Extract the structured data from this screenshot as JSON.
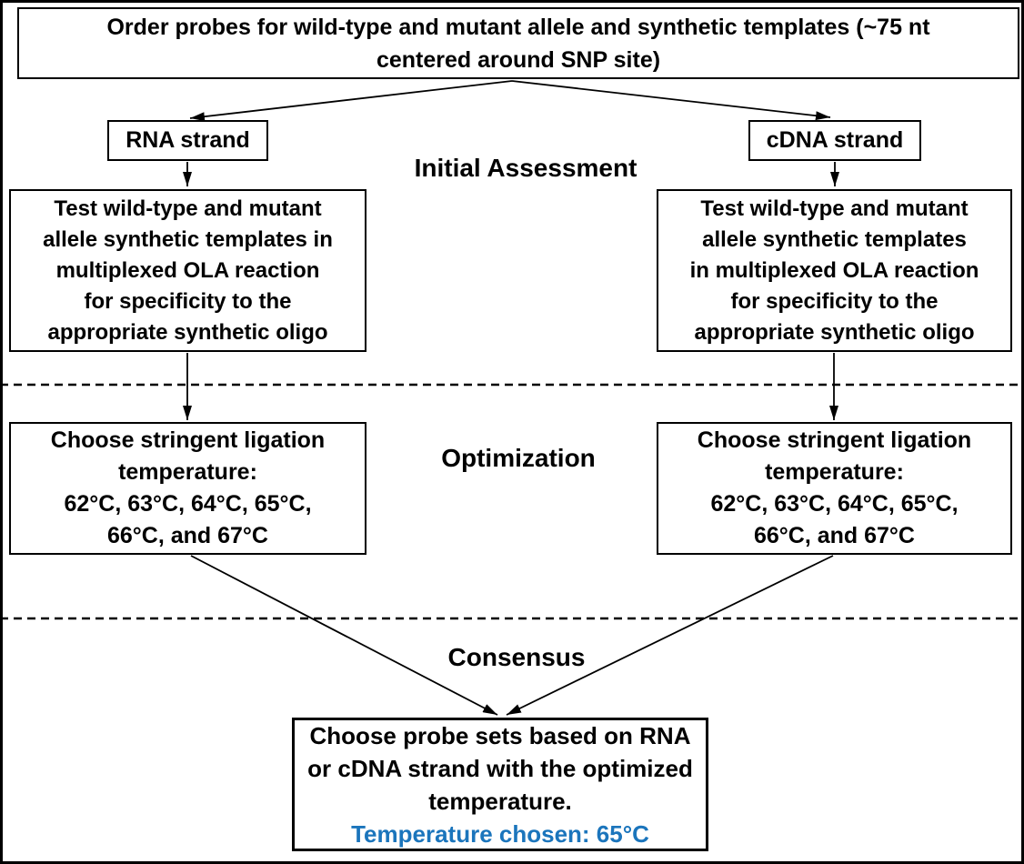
{
  "figure": {
    "colors": {
      "accent_blue": "#1B75BC",
      "line_black": "#000000"
    },
    "top_box": {
      "lines": [
        "Order probes for wild-type and mutant allele and synthetic templates (~75 nt",
        "centered around SNP site)"
      ]
    },
    "stage_labels": {
      "initial": "Initial Assessment",
      "optimization": "Optimization",
      "consensus": "Consensus"
    },
    "branches": {
      "left": {
        "strand": "RNA strand",
        "test_lines": [
          "Test wild-type and mutant",
          "allele synthetic templates in",
          "multiplexed OLA reaction",
          "for specificity to the",
          "appropriate synthetic oligo"
        ],
        "temp_lines": [
          "Choose stringent ligation",
          "temperature:",
          "62°C, 63°C, 64°C, 65°C,",
          "66°C, and 67°C"
        ]
      },
      "right": {
        "strand": "cDNA strand",
        "test_lines": [
          "Test wild-type and mutant",
          "allele synthetic templates",
          "in multiplexed OLA reaction",
          "for specificity to the",
          "appropriate synthetic oligo"
        ],
        "temp_lines": [
          "Choose stringent ligation",
          "temperature:",
          "62°C, 63°C, 64°C, 65°C,",
          "66°C, and 67°C"
        ]
      }
    },
    "final_box": {
      "lines": [
        "Choose probe sets based on RNA",
        "or cDNA strand with the optimized",
        "temperature."
      ],
      "highlight": "Temperature chosen: 65°C"
    }
  }
}
